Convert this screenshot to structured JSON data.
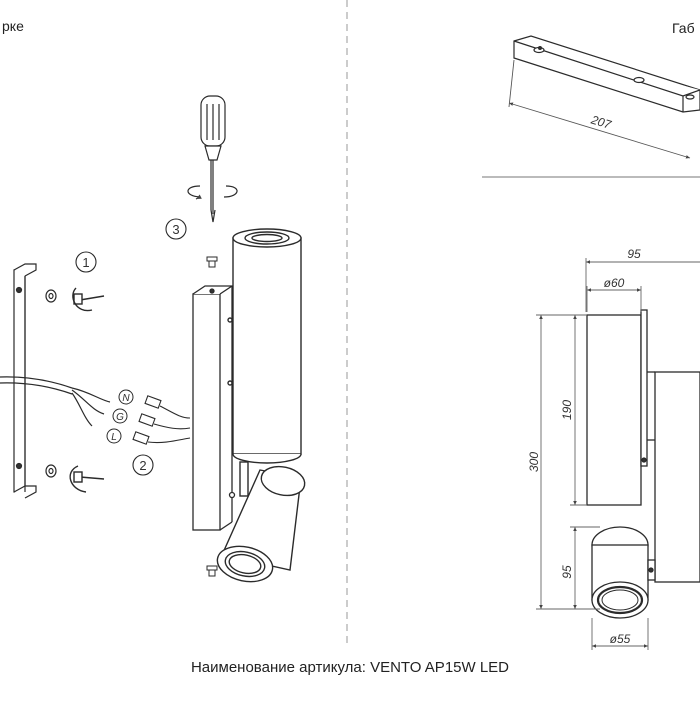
{
  "header": {
    "left_fragment": "рке",
    "right_fragment": "Габ"
  },
  "caption": {
    "label": "Наименование артикула:",
    "article": "VENTO AP15W LED"
  },
  "steps": [
    "1",
    "2",
    "3"
  ],
  "wires": [
    "N",
    "G",
    "L"
  ],
  "dimensions": {
    "mount_length": "207",
    "total_width": "95",
    "tube_diameter": "ø60",
    "tube_height": "190",
    "total_height": "300",
    "head_height": "95",
    "head_diameter": "ø55"
  },
  "colors": {
    "line": "#2b2b2b",
    "dim_line": "#666666",
    "background": "#ffffff"
  }
}
